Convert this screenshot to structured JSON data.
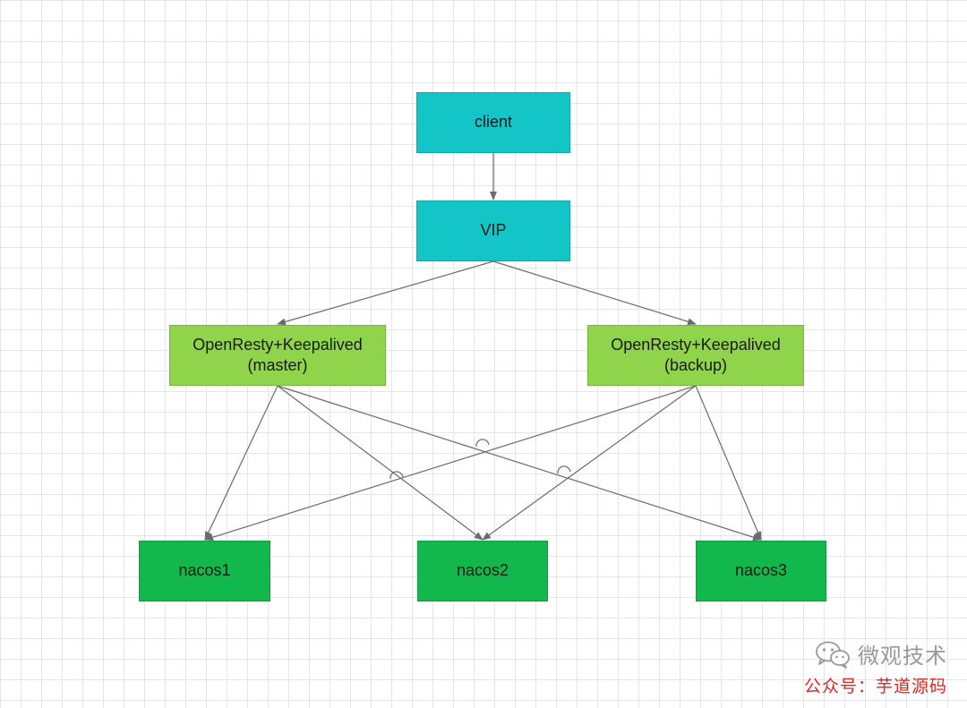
{
  "colors": {
    "cyan_fill": "#13c5c7",
    "cyan_border": "#10a7a8",
    "lime_fill": "#8fd44a",
    "lime_border": "#78b63b",
    "green_fill": "#12b84c",
    "green_border": "#0f9b40",
    "arrow": "#6b6b6b",
    "watermark_gray": "#9a9a9a",
    "watermark_red": "#d42a24"
  },
  "nodes": {
    "client": {
      "label": "client"
    },
    "vip": {
      "label": "VIP"
    },
    "master": {
      "line1": "OpenResty+Keepalived",
      "line2": "(master)"
    },
    "backup": {
      "line1": "OpenResty+Keepalived",
      "line2": "(backup)"
    },
    "nacos1": {
      "label": "nacos1"
    },
    "nacos2": {
      "label": "nacos2"
    },
    "nacos3": {
      "label": "nacos3"
    }
  },
  "edges": [
    {
      "from": "client",
      "to": "vip"
    },
    {
      "from": "vip",
      "to": "master"
    },
    {
      "from": "vip",
      "to": "backup"
    },
    {
      "from": "master",
      "to": "nacos1"
    },
    {
      "from": "master",
      "to": "nacos2"
    },
    {
      "from": "master",
      "to": "nacos3"
    },
    {
      "from": "backup",
      "to": "nacos1"
    },
    {
      "from": "backup",
      "to": "nacos2"
    },
    {
      "from": "backup",
      "to": "nacos3"
    }
  ],
  "watermark": {
    "icon": "wechat-icon",
    "line1": "微观技术",
    "line2": "公众号：芋道源码"
  }
}
